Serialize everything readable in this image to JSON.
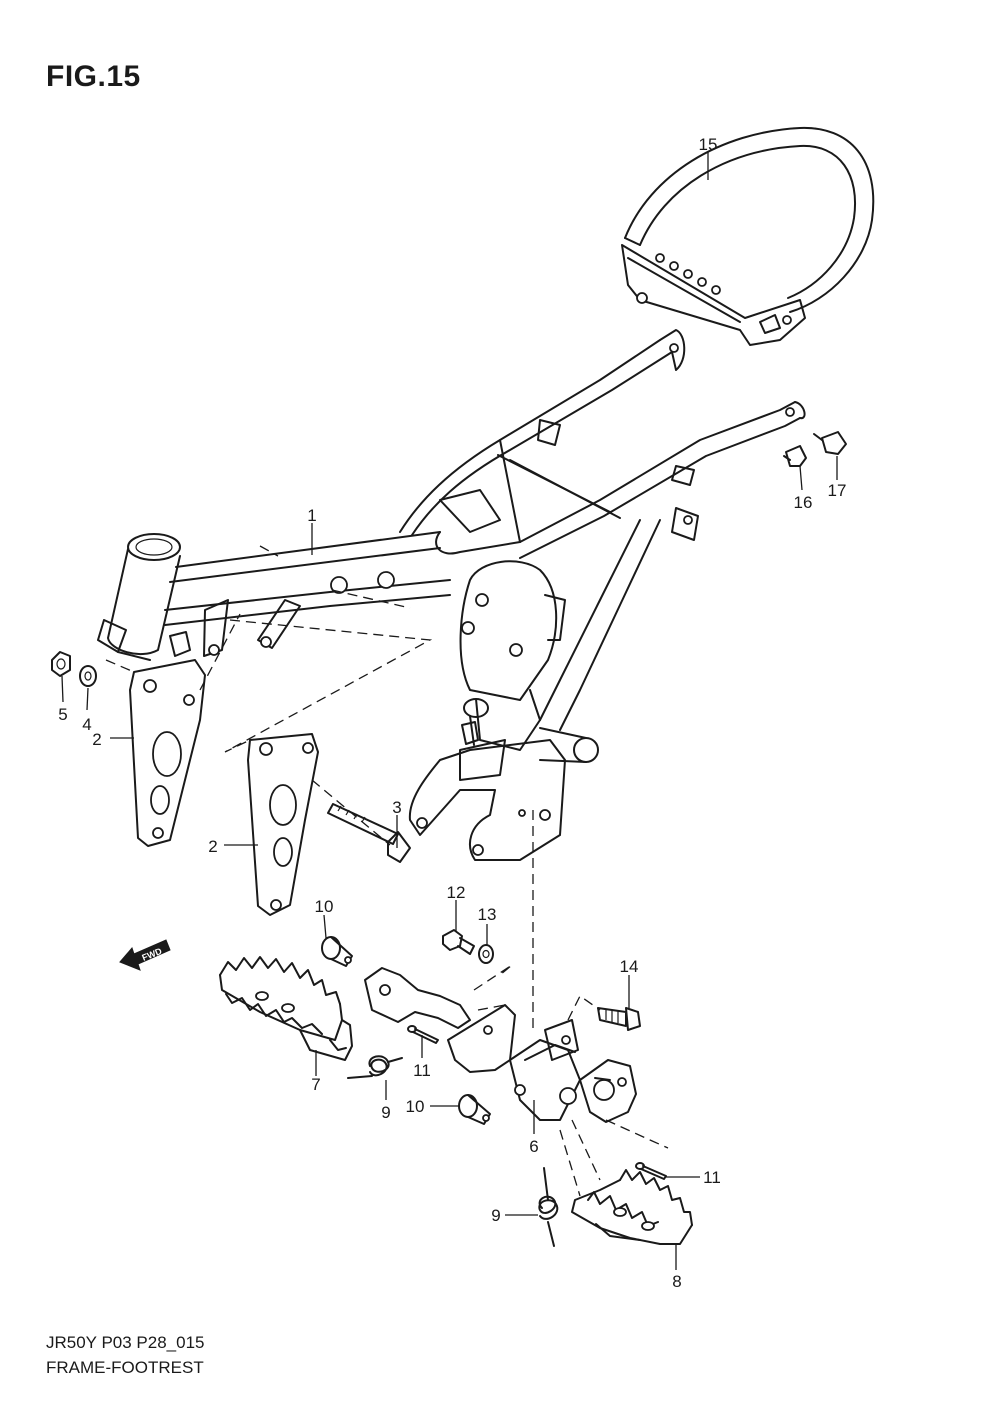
{
  "figure": {
    "title": "FIG.15",
    "model_code": "JR50Y P03 P28_015",
    "section_name": "FRAME-FOOTREST"
  },
  "fwd_arrow": {
    "label": "FWD"
  },
  "callouts": [
    {
      "id": "c1",
      "number": "1"
    },
    {
      "id": "c2a",
      "number": "2"
    },
    {
      "id": "c2b",
      "number": "2"
    },
    {
      "id": "c3",
      "number": "3"
    },
    {
      "id": "c4",
      "number": "4"
    },
    {
      "id": "c5",
      "number": "5"
    },
    {
      "id": "c6",
      "number": "6"
    },
    {
      "id": "c7",
      "number": "7"
    },
    {
      "id": "c8",
      "number": "8"
    },
    {
      "id": "c9a",
      "number": "9"
    },
    {
      "id": "c9b",
      "number": "9"
    },
    {
      "id": "c10a",
      "number": "10"
    },
    {
      "id": "c10b",
      "number": "10"
    },
    {
      "id": "c11a",
      "number": "11"
    },
    {
      "id": "c11b",
      "number": "11"
    },
    {
      "id": "c12",
      "number": "12"
    },
    {
      "id": "c13",
      "number": "13"
    },
    {
      "id": "c14",
      "number": "14"
    },
    {
      "id": "c15",
      "number": "15"
    },
    {
      "id": "c16",
      "number": "16"
    },
    {
      "id": "c17",
      "number": "17"
    }
  ]
}
